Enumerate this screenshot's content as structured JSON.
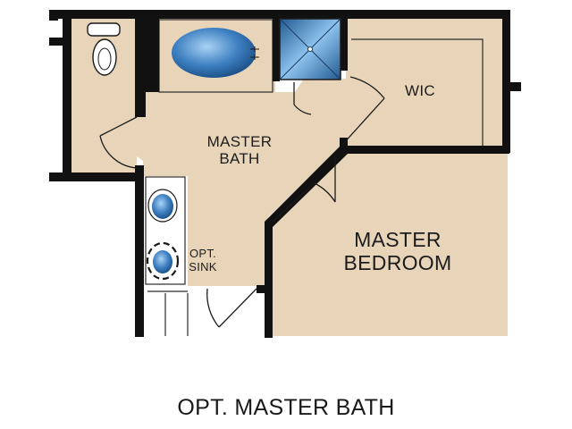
{
  "caption": "OPT. MASTER BATH",
  "rooms": {
    "master_bath": [
      "MASTER",
      "BATH"
    ],
    "wic": "WIC",
    "master_bedroom": [
      "MASTER",
      "BEDROOM"
    ],
    "opt_sink": [
      "OPT.",
      "SINK"
    ]
  },
  "fixtures": [
    "toilet",
    "bathtub",
    "shower",
    "sink",
    "optional-sink"
  ],
  "colors": {
    "floor": "#e8d5b9",
    "wall": "#111111",
    "fixture_fill": "#3f7fc0",
    "fixture_dark": "#17487e",
    "background": "#ffffff"
  }
}
